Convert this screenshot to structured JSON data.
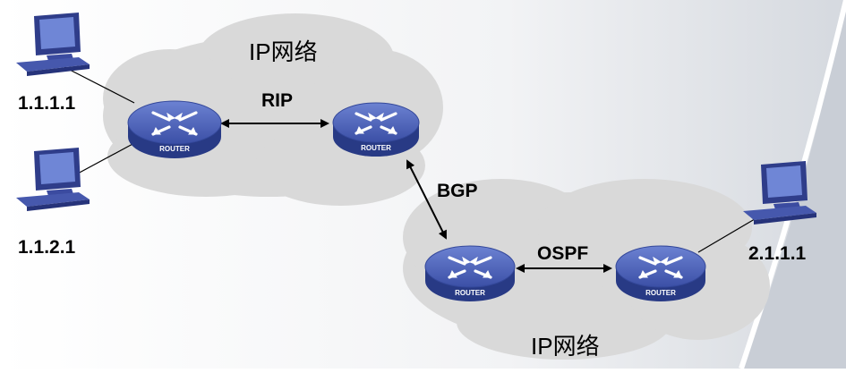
{
  "networks": [
    {
      "id": "net-1",
      "label": "IP网络"
    },
    {
      "id": "net-2",
      "label": "IP网络"
    }
  ],
  "routers": [
    {
      "id": "r1",
      "label": "ROUTER"
    },
    {
      "id": "r2",
      "label": "ROUTER"
    },
    {
      "id": "r3",
      "label": "ROUTER"
    },
    {
      "id": "r4",
      "label": "ROUTER"
    }
  ],
  "hosts": [
    {
      "id": "h1",
      "ip": "1.1.1.1"
    },
    {
      "id": "h2",
      "ip": "1.1.2.1"
    },
    {
      "id": "h3",
      "ip": "2.1.1.1"
    }
  ],
  "links": [
    {
      "from": "r1",
      "to": "r2",
      "protocol": "RIP"
    },
    {
      "from": "r2",
      "to": "r3",
      "protocol": "BGP"
    },
    {
      "from": "r3",
      "to": "r4",
      "protocol": "OSPF"
    }
  ],
  "colors": {
    "router_top": "#4d62b6",
    "router_side": "#2a3a82",
    "cloud": "#dcdcdc",
    "monitor": "#3f4ea0"
  }
}
